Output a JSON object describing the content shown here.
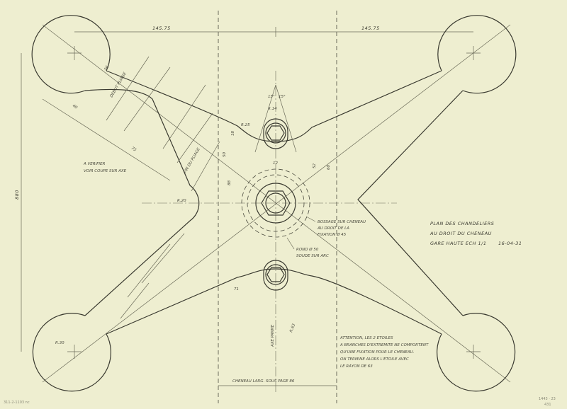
{
  "drawing": {
    "title_lines": [
      "PLAN DES CHANDELIERS",
      "AU DROIT DU CHENEAU",
      "GARE HAUTE  ECH 1/1"
    ],
    "date": "16-04-31",
    "note_lines": [
      "ATTENTION, LES 2 ETOILES",
      "A BRANCHES D'EXTREMITE NE COMPORTENT",
      "QU'UNE FIXATION POUR LE CHENEAU.",
      "ON TERMINE ALORS L'ETOILE AVEC",
      "LE RAYON DE 63"
    ],
    "verify_lines": [
      "A VERIFIER",
      "VOIR COUPE SUR AXE"
    ],
    "boss_lines": [
      "BOSSAGE SUR CHENEAU",
      "AU DROIT DE LA",
      "FIXATION Ø 45"
    ],
    "round_lines": [
      "ROND Ø 50",
      "SOUDE SUR ARC"
    ],
    "cheneau_label": "CHENEAU  LARG. SOUS PAGE 86",
    "dims": {
      "top_left": "145.75",
      "top_right": "145.75",
      "left_height": "880",
      "r14": "R.14",
      "r25": "R.25",
      "angle_left": "15°",
      "angle_right": "15°",
      "d18": "18",
      "d50": "50",
      "d88": "88",
      "d12": "12",
      "d52": "52",
      "d60": "60",
      "r20": "R.20",
      "r30": "R.30",
      "d56": "56",
      "d40": "40",
      "d75": "75",
      "r63": "R.63",
      "d71": "71",
      "axe_label": "AXE PANNE",
      "debut_label": "DEBUT PLIAGE",
      "fin_label": "FIN DU PLIAGE"
    },
    "footer_left": "311-2-1103 nc",
    "footer_right_lines": [
      "1443 · 23",
      "431"
    ]
  }
}
